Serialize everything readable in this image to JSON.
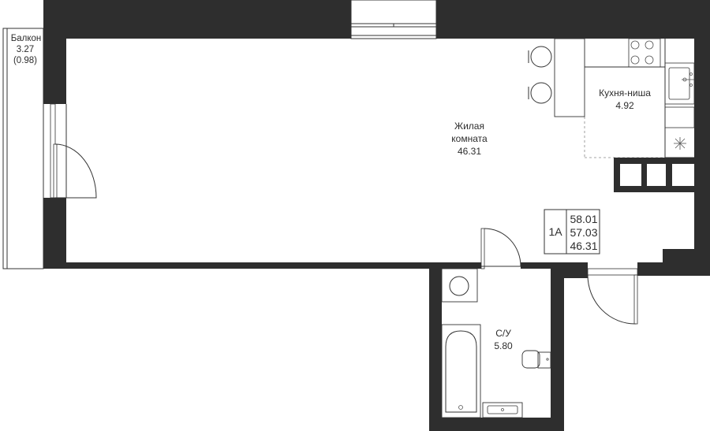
{
  "rooms": {
    "balcony": {
      "name": "Балкон",
      "area": "3.27",
      "area_reduced": "(0.98)"
    },
    "living": {
      "name_line1": "Жилая",
      "name_line2": "комната",
      "area": "46.31"
    },
    "kitchen": {
      "name": "Кухня-ниша",
      "area": "4.92"
    },
    "bathroom": {
      "name": "С/У",
      "area": "5.80"
    }
  },
  "apartment": {
    "type": "1А",
    "total_area": "58.01",
    "area_without_balcony": "57.03",
    "living_area": "46.31"
  },
  "colors": {
    "wall": "#2e2e2e",
    "fixture_line": "#333333",
    "text": "#2d2d2d"
  }
}
